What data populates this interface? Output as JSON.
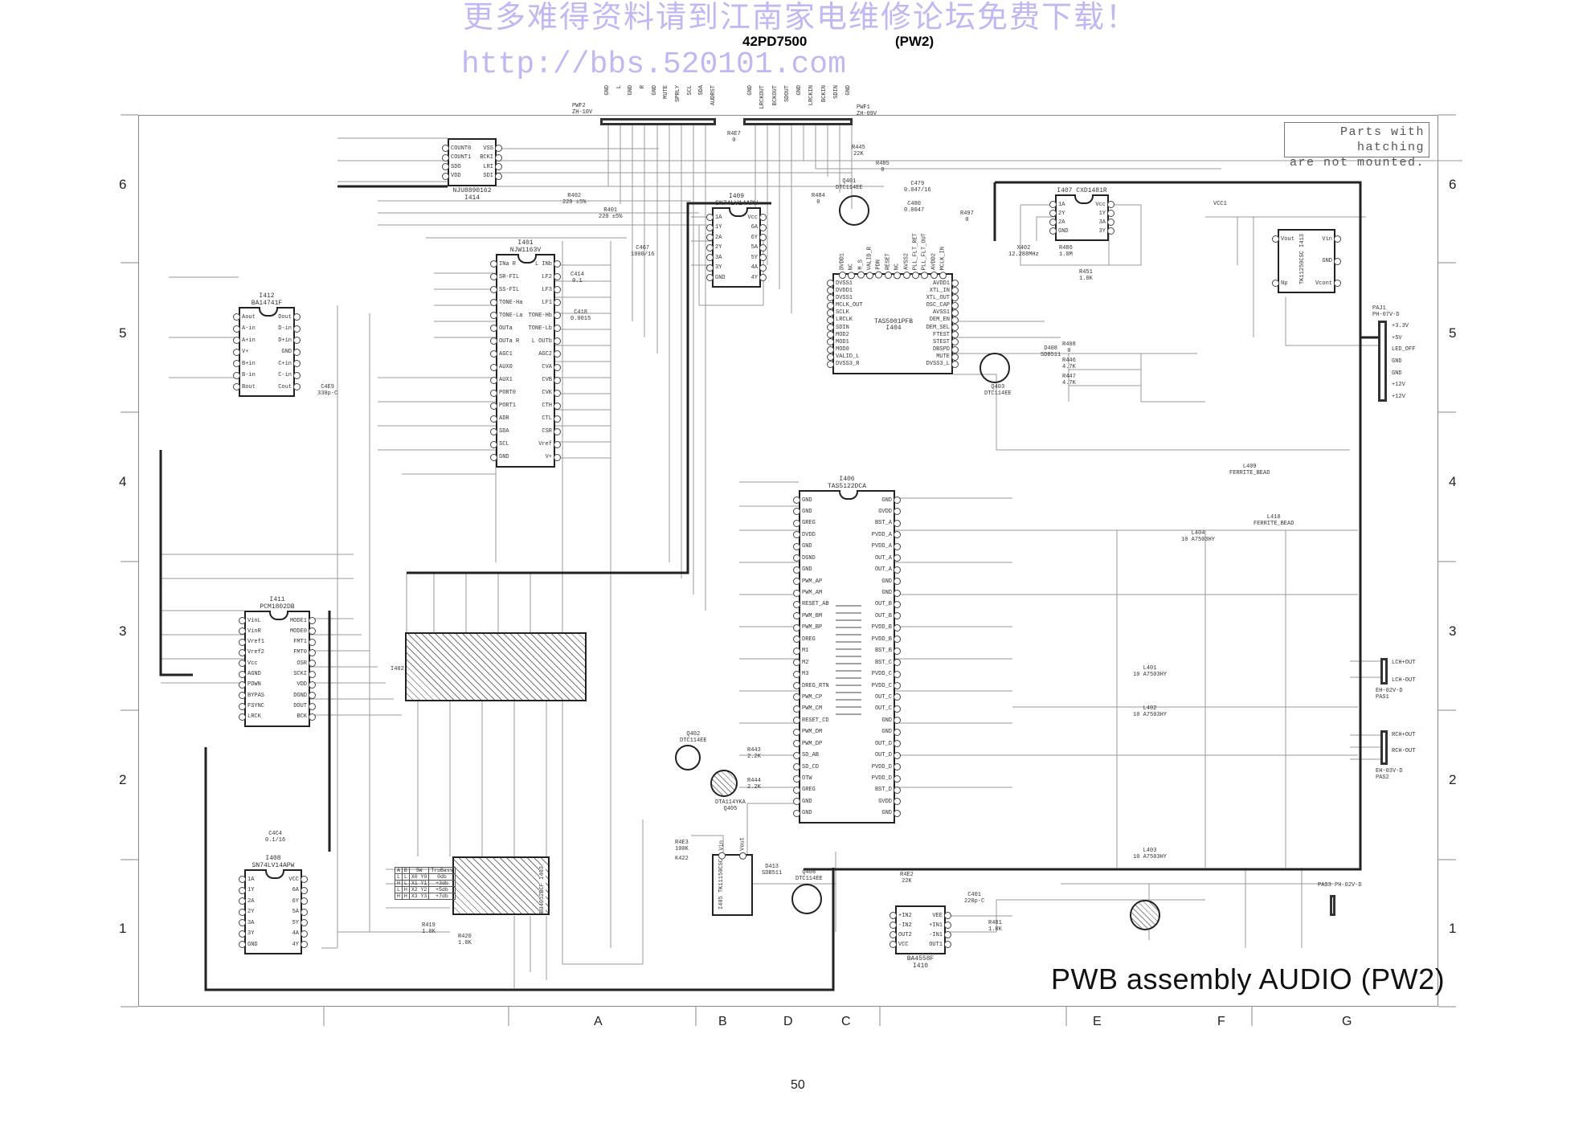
{
  "watermark": {
    "line1": "更多难得资料请到江南家电维修论坛免费下载！",
    "line2": "http://bbs.520101.com"
  },
  "header": {
    "model": "42PD7500",
    "board": "(PW2)"
  },
  "note": {
    "line1": "Parts with hatching",
    "line2": "are not mounted."
  },
  "title": "PWB assembly AUDIO (PW2)",
  "page_number": "50",
  "grid": {
    "rows": [
      "6",
      "5",
      "4",
      "3",
      "2",
      "1"
    ],
    "columns": [
      "A",
      "B",
      "D",
      "C",
      "E",
      "F",
      "G"
    ]
  },
  "connectors": {
    "pwf2": {
      "ref": "PWF2",
      "type": "ZH-10V",
      "pins": [
        "GND",
        "L",
        "GND",
        "R",
        "GND",
        "MUTE",
        "SPRLY",
        "SCL",
        "SDA",
        "AUDRST"
      ]
    },
    "pwf1": {
      "ref": "PWF1",
      "type": "ZH-09V",
      "pins": [
        "GND",
        "LRCKOUT",
        "BCKOUT",
        "SDOUT",
        "GND",
        "LRCKIN",
        "BCKIN",
        "SDIN",
        "GND"
      ]
    },
    "paj1": {
      "ref": "PAJ1",
      "type": "PH-07V-D",
      "pins": [
        "+3.3V",
        "+5V",
        "LED_OFF",
        "GND",
        "GND",
        "+12V",
        "+12V"
      ]
    },
    "pas1": {
      "ref": "PAS1",
      "type": "EH-02V-D",
      "pins": [
        "LCH+OUT",
        "LCH-OUT"
      ]
    },
    "pas2": {
      "ref": "PAS2",
      "type": "EH-03V-D",
      "pins": [
        "RCH+OUT",
        "RCH-OUT"
      ]
    },
    "pas3": {
      "ref": "PAS3",
      "type": "PH-02V-D"
    }
  },
  "ics": {
    "i414": {
      "ref": "I414",
      "part": "NJU8890162",
      "left": [
        "COUNT0",
        "COUNT1",
        "SDO",
        "VDD"
      ],
      "right": [
        "VSS",
        "BCKI",
        "LRI",
        "SDI"
      ]
    },
    "i401": {
      "ref": "I401",
      "part": "NJW1163V",
      "left": [
        "INa R",
        "SR-FIL",
        "SS-FIL",
        "TONE-Ha",
        "TONE-La",
        "OUTa",
        "OUTa R",
        "AGC1",
        "AUX0",
        "AUX1",
        "PORT0",
        "PORT1",
        "ADR",
        "SDA",
        "SCL",
        "GND"
      ],
      "right": [
        "L INb",
        "LF2",
        "LF3",
        "LF1",
        "TONE-Hb",
        "TONE-Lb",
        "L OUTb",
        "AGC2",
        "CVA",
        "CVB",
        "CVK",
        "CTH",
        "CTL",
        "CSR",
        "Vref",
        "V+"
      ]
    },
    "i409": {
      "ref": "I409",
      "part": "SN74LV14APW",
      "left": [
        "1A",
        "1Y",
        "2A",
        "2Y",
        "3A",
        "3Y",
        "GND"
      ],
      "right": [
        "Vcc",
        "6A",
        "6Y",
        "5A",
        "5Y",
        "4A",
        "4Y"
      ]
    },
    "i404": {
      "ref": "I404",
      "part": "TAS5001PFB",
      "left": [
        "DVSS1",
        "DVDD1",
        "DVSS1",
        "MCLK_OUT",
        "SCLK",
        "LRCLK",
        "SDIN",
        "MOD2",
        "MOD1",
        "MOD0",
        "VALID_L",
        "DVSS3_R"
      ],
      "right": [
        "AVDD1",
        "XTL_IN",
        "XTL_OUT",
        "OSC_CAP",
        "AVSS1",
        "DEM_EN",
        "DEM_SEL",
        "FTEST",
        "STEST",
        "DBSPD",
        "MUTE",
        "DVSS3_L"
      ],
      "top": [
        "DVDD1",
        "NC",
        "M_S",
        "VALID_R",
        "PDN",
        "RESET",
        "NC",
        "AVSS2",
        "PLL_FLT_RET",
        "PLL_FLT_OUT",
        "AVDD2",
        "MCLK_IN"
      ]
    },
    "i407": {
      "ref": "I407",
      "part": "CXD1481R",
      "left": [
        "1A",
        "2Y",
        "2A",
        "GND"
      ],
      "right": [
        "Vcc",
        "1Y",
        "3A",
        "3Y"
      ]
    },
    "i413": {
      "ref": "I413",
      "part": "TK11250CSC",
      "left": [
        "Vout",
        "Np"
      ],
      "right": [
        "Vin",
        "GND",
        "Vcont"
      ]
    },
    "i412": {
      "ref": "I412",
      "part": "BA14741F",
      "left": [
        "Aout",
        "A-in",
        "A+in",
        "V+",
        "B+in",
        "B-in",
        "Bout"
      ],
      "right": [
        "Dout",
        "D-in",
        "D+in",
        "GND",
        "C+in",
        "C-in",
        "Cout"
      ]
    },
    "i411": {
      "ref": "I411",
      "part": "PCM1802DB",
      "left": [
        "VinL",
        "VinR",
        "Vref1",
        "Vref2",
        "Vcc",
        "AGND",
        "PDWN",
        "BYPAS",
        "FSYNC",
        "LRCK"
      ],
      "right": [
        "MODE1",
        "MODE0",
        "FMT1",
        "FMT0",
        "OSR",
        "SCKI",
        "VDD",
        "DGND",
        "DOUT",
        "BCK"
      ]
    },
    "i406": {
      "ref": "I406",
      "part": "TAS5122DCA",
      "left": [
        "GND",
        "GND",
        "GREG",
        "DVDD",
        "GND",
        "DGND",
        "GND",
        "PWM_AP",
        "PWM_AM",
        "RESET_AB",
        "PWM_BM",
        "PWM_BP",
        "DREG",
        "M1",
        "M2",
        "M3",
        "DREG_RTN",
        "PWM_CP",
        "PWM_CM",
        "RESET_CD",
        "PWM_DM",
        "PWM_DP",
        "SD_AB",
        "SD_CD",
        "OTW",
        "GREG",
        "GND",
        "GND"
      ],
      "right": [
        "GND",
        "GVDD",
        "BST_A",
        "PVDD_A",
        "PVDD_A",
        "OUT_A",
        "OUT_A",
        "GND",
        "GND",
        "OUT_B",
        "OUT_B",
        "PVDD_B",
        "PVDD_B",
        "BST_B",
        "BST_C",
        "PVDD_C",
        "PVDD_C",
        "OUT_C",
        "OUT_C",
        "GND",
        "GND",
        "OUT_D",
        "OUT_D",
        "PVDD_D",
        "PVDD_D",
        "BST_D",
        "GVDD",
        "GND"
      ]
    },
    "i402": {
      "ref": "I402"
    },
    "i403": {
      "ref": "I403",
      "part": "BU4052BCF"
    },
    "i408": {
      "ref": "I408",
      "part": "SN74LV14APW",
      "left": [
        "1A",
        "1Y",
        "2A",
        "2Y",
        "3A",
        "3Y",
        "GND"
      ],
      "right": [
        "VCC",
        "6A",
        "6Y",
        "5A",
        "5Y",
        "4A",
        "4Y"
      ]
    },
    "i405": {
      "ref": "I405",
      "part": "TK11150CSC",
      "top": [
        "Vin",
        "Vout"
      ]
    },
    "i410": {
      "ref": "I410",
      "part": "BA4558F",
      "left": [
        "+IN2",
        "-IN2",
        "OUT2",
        "VCC"
      ],
      "right": [
        "VEE",
        "+IN1",
        "-IN1",
        "OUT1"
      ]
    }
  },
  "transistors": [
    {
      "ref": "Q401",
      "part": "DTC114EE"
    },
    {
      "ref": "Q403",
      "part": "DTC114EE"
    },
    {
      "ref": "Q402",
      "part": "DTC114EE"
    },
    {
      "ref": "Q405",
      "part": "DTA114YKA"
    },
    {
      "ref": "Q408",
      "part": "DTC114EE"
    }
  ],
  "truth_table": {
    "headers": [
      "A",
      "B",
      "SW",
      "TruBass"
    ],
    "rows": [
      [
        "L",
        "L",
        "X0 Y0",
        "0db"
      ],
      [
        "H",
        "L",
        "X1 Y1",
        "+3db"
      ],
      [
        "L",
        "H",
        "X2 Y2",
        "+5db"
      ],
      [
        "H",
        "H",
        "X3 Y3",
        "+7db"
      ]
    ]
  },
  "components": [
    {
      "ref": "R402",
      "value": "220 ±5%"
    },
    {
      "ref": "R401",
      "value": "220 ±5%"
    },
    {
      "ref": "R4E7",
      "value": "0"
    },
    {
      "ref": "R445",
      "value": "22K"
    },
    {
      "ref": "R485",
      "value": "0"
    },
    {
      "ref": "R484",
      "value": "0"
    },
    {
      "ref": "C479",
      "value": "0.047/16"
    },
    {
      "ref": "C480",
      "value": "0.0047"
    },
    {
      "ref": "R497",
      "value": "0"
    },
    {
      "ref": "R486",
      "value": "1.0M"
    },
    {
      "ref": "R451",
      "value": "1.0K"
    },
    {
      "ref": "X402",
      "value": "12.288MHz"
    },
    {
      "ref": "R408",
      "value": "0"
    },
    {
      "ref": "R446",
      "value": "4.7K"
    },
    {
      "ref": "R447",
      "value": "4.7K"
    },
    {
      "ref": "D408",
      "value": "SDB511"
    },
    {
      "ref": "VCC1",
      "value": ""
    },
    {
      "ref": "R443",
      "value": "2.2K"
    },
    {
      "ref": "R444",
      "value": "2.2K"
    },
    {
      "ref": "R4E3",
      "value": "100K"
    },
    {
      "ref": "K422",
      "value": ""
    },
    {
      "ref": "R4E2",
      "value": "22K"
    },
    {
      "ref": "D413",
      "value": "SDB511"
    },
    {
      "ref": "C401",
      "value": "220p-C"
    },
    {
      "ref": "R481",
      "value": "1.0K"
    },
    {
      "ref": "C467",
      "value": "1000/16"
    },
    {
      "ref": "R419",
      "value": "1.0K"
    },
    {
      "ref": "R420",
      "value": "1.0K"
    },
    {
      "ref": "L409",
      "value": "FERRITE_BEAD"
    },
    {
      "ref": "L410",
      "value": "FERRITE_BEAD"
    },
    {
      "ref": "L401",
      "value": "10 A7503HY"
    },
    {
      "ref": "L402",
      "value": "10 A7503HY"
    },
    {
      "ref": "L403",
      "value": "10 A7503HY"
    },
    {
      "ref": "L404",
      "value": "10 A7503HY"
    },
    {
      "ref": "C4C4",
      "value": "0.1/16"
    },
    {
      "ref": "C4E9",
      "value": "330p-C"
    },
    {
      "ref": "C414",
      "value": "0.1"
    },
    {
      "ref": "C418",
      "value": "0.0015"
    }
  ]
}
